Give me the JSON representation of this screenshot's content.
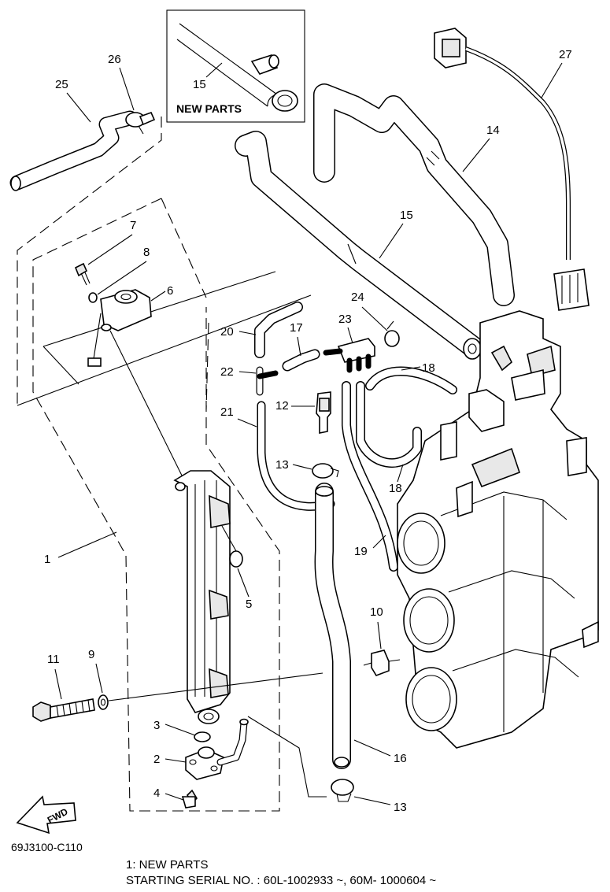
{
  "inset": {
    "title": "NEW PARTS",
    "label": "15"
  },
  "callouts": {
    "c1": "1",
    "c2": "2",
    "c3": "3",
    "c4": "4",
    "c5": "5",
    "c6": "6",
    "c7": "7",
    "c8": "8",
    "c9": "9",
    "c10": "10",
    "c11": "11",
    "c12": "12",
    "c13a": "13",
    "c13b": "13",
    "c14": "14",
    "c15": "15",
    "c16": "16",
    "c17": "17",
    "c18a": "18",
    "c18b": "18",
    "c19": "19",
    "c20": "20",
    "c21": "21",
    "c22": "22",
    "c23": "23",
    "c24": "24",
    "c25": "25",
    "c26": "26",
    "c27": "27"
  },
  "fwd_label": "FWD",
  "diagram_code": "69J3100-C110",
  "notes": {
    "line1": "1:  NEW PARTS",
    "line2": "STARTING SERIAL NO. : 60L-1002933 ~, 60M- 1000604 ~"
  }
}
